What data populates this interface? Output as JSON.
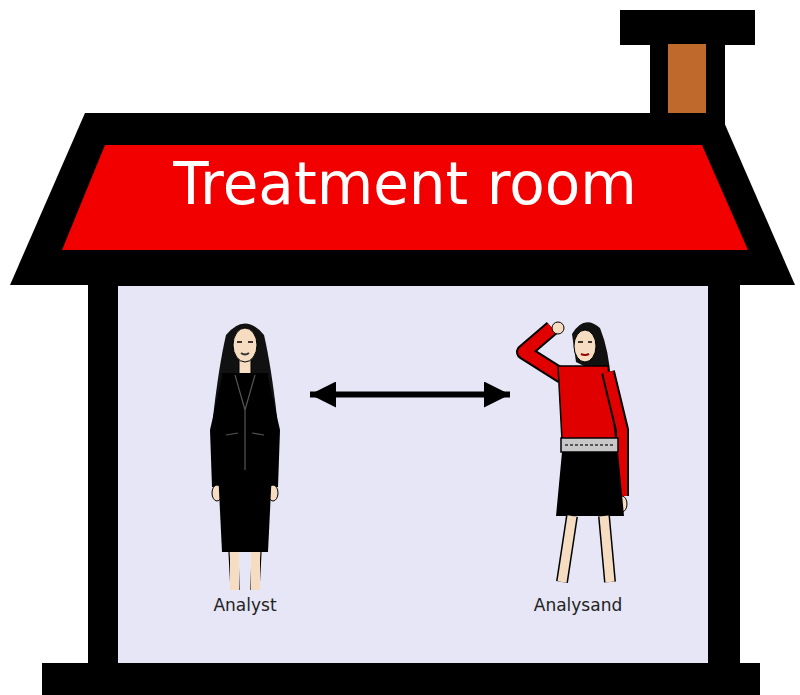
{
  "diagram": {
    "nodes": [
      {
        "text": [
          "Treatment room"
        ]
      },
      {
        "text": [
          "Analyst"
        ],
        "in": 0
      },
      {
        "text": [
          "Analysand"
        ],
        "in": 0
      }
    ],
    "edges": [
      {
        "from": 1,
        "to": 2,
        "arrow": "both"
      }
    ]
  }
}
